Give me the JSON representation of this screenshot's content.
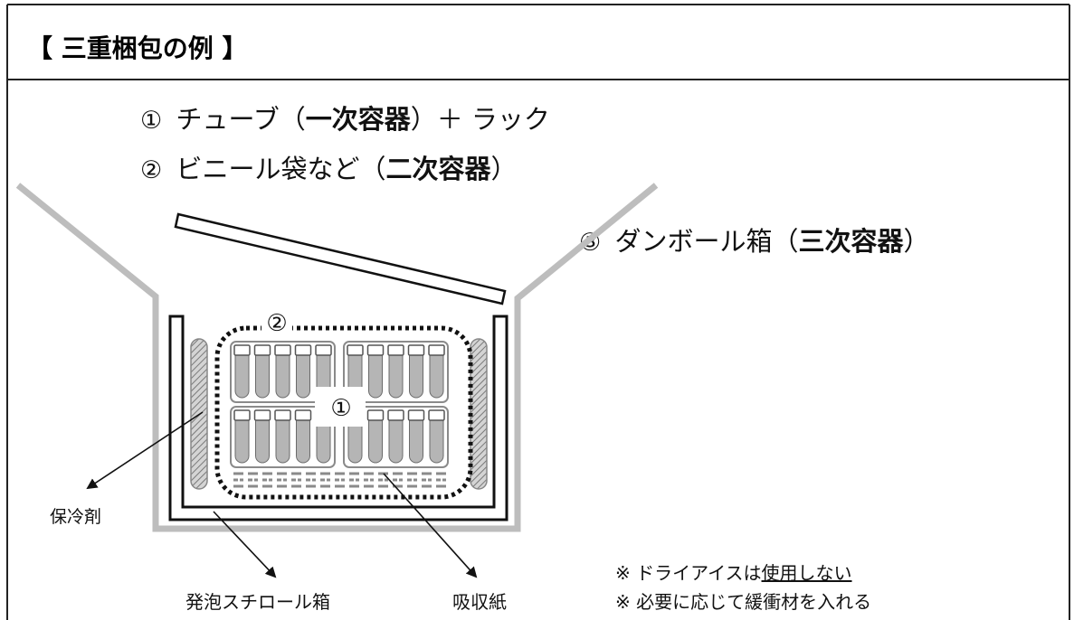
{
  "title": "【 三重梱包の例 】",
  "legend": {
    "primary": {
      "marker": "①",
      "before": "チューブ（",
      "bold": "一次容器",
      "after": "）＋ ラック"
    },
    "secondary": {
      "marker": "②",
      "before": "ビニール袋など（",
      "bold": "二次容器",
      "after": "）"
    },
    "tertiary": {
      "marker": "③",
      "before": "ダンボール箱（",
      "bold": "三次容器",
      "after": "）"
    }
  },
  "diagram": {
    "secondary_marker": "②",
    "primary_marker": "①",
    "ice_pack_label": "保冷剤",
    "styrofoam_box_label": "発泡スチロール箱",
    "absorbent_paper_label": "吸収紙"
  },
  "notes": {
    "dry_ice_prefix": "※ ドライアイスは",
    "dry_ice_underlined": "使用しない",
    "cushioning": "※ 必要に応じて緩衝材を入れる"
  }
}
